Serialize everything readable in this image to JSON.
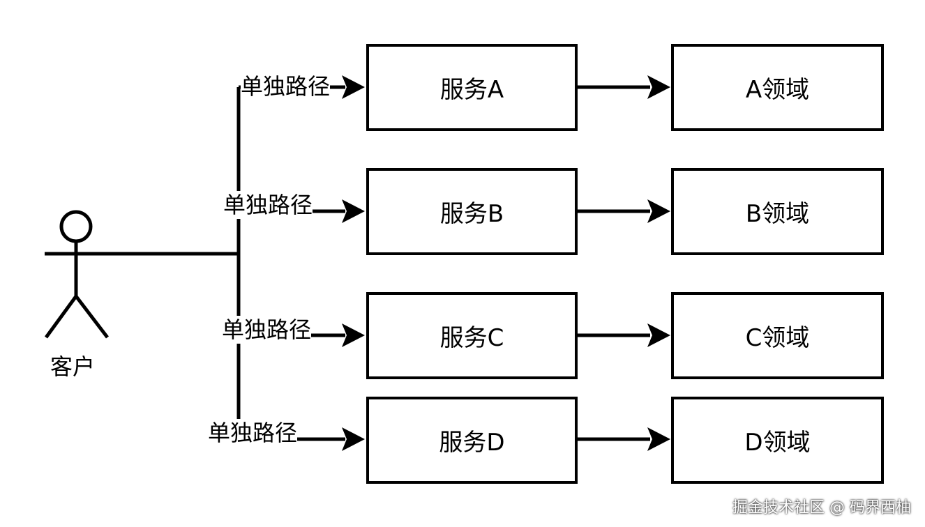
{
  "actor": {
    "label": "客户"
  },
  "routes": [
    {
      "edge_label": "单独路径",
      "service": "服务A",
      "domain": "A领域"
    },
    {
      "edge_label": "单独路径",
      "service": "服务B",
      "domain": "B领域"
    },
    {
      "edge_label": "单独路径",
      "service": "服务C",
      "domain": "C领域"
    },
    {
      "edge_label": "单独路径",
      "service": "服务D",
      "domain": "D领域"
    }
  ],
  "watermark": "掘金技术社区 @ 码界西柚",
  "colors": {
    "stroke": "#000000",
    "background": "#ffffff"
  }
}
